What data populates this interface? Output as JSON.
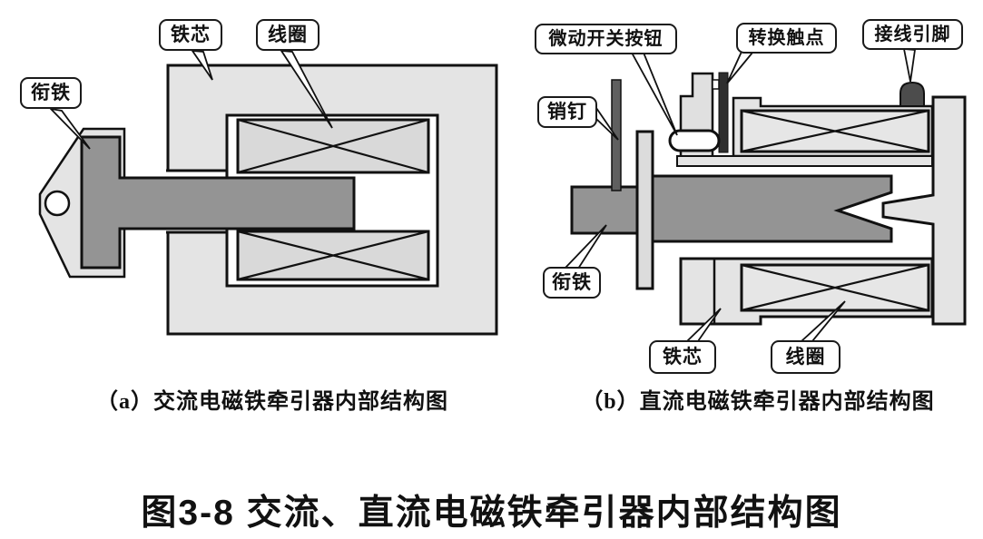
{
  "figure": {
    "title": "图3-8 交流、直流电磁铁牵引器内部结构图",
    "panel_a": {
      "caption": "（a）交流电磁铁牵引器内部结构图",
      "labels": {
        "armature": "衔铁",
        "core": "铁芯",
        "coil": "线圈"
      }
    },
    "panel_b": {
      "caption": "（b）直流电磁铁牵引器内部结构图",
      "labels": {
        "micro_switch_button": "微动开关按钮",
        "changeover_contact": "转换触点",
        "terminal_pin": "接线引脚",
        "pin": "销钉",
        "armature": "衔铁",
        "core": "铁芯",
        "coil": "线圈"
      }
    },
    "colors": {
      "background": "#ffffff",
      "core_fill": "#e4e4e4",
      "coil_fill": "#d9d9d9",
      "armature_fill": "#949494",
      "pin_fill": "#5f5f5f",
      "contact_fill": "#2e2e2e",
      "terminal_pin_fill": "#4c4c4c",
      "outline": "#111111"
    }
  }
}
